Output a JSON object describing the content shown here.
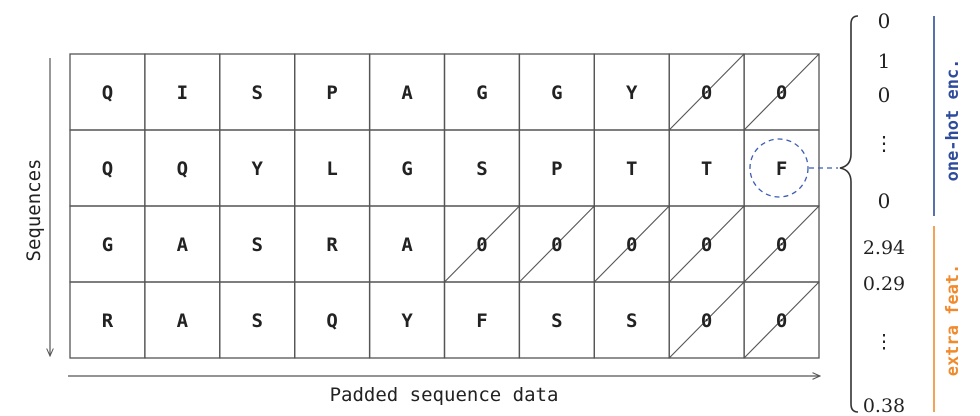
{
  "axes": {
    "y_label": "Sequences",
    "x_label": "Padded sequence data"
  },
  "grid": {
    "rows": [
      [
        "Q",
        "I",
        "S",
        "P",
        "A",
        "G",
        "G",
        "Y",
        "0",
        "0"
      ],
      [
        "Q",
        "Q",
        "Y",
        "L",
        "G",
        "S",
        "P",
        "T",
        "T",
        "F"
      ],
      [
        "G",
        "A",
        "S",
        "R",
        "A",
        "0",
        "0",
        "0",
        "0",
        "0"
      ],
      [
        "R",
        "A",
        "S",
        "Q",
        "Y",
        "F",
        "S",
        "S",
        "0",
        "0"
      ]
    ],
    "pad_token": "0",
    "highlighted_row": 1,
    "highlighted_col": 9
  },
  "vector": {
    "one_hot_values": [
      "0",
      "1",
      "0",
      "⋮",
      "0"
    ],
    "extra_values": [
      "2.94",
      "0.29",
      "⋮",
      "0.38"
    ]
  },
  "labels": {
    "one_hot": "one-hot enc.",
    "extra": "extra feat."
  },
  "colors": {
    "grid_line": "#555555",
    "text": "#222222",
    "highlight": "#3b5bb5",
    "one_hot": "#2f4b9c",
    "extra": "#f08a2c"
  }
}
